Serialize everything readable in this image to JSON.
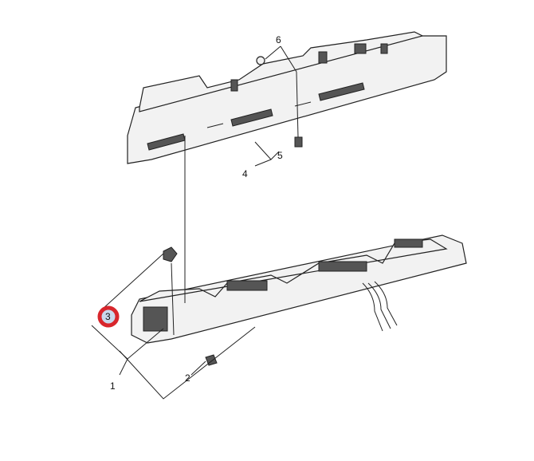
{
  "diagram": {
    "callouts": [
      {
        "number": "1",
        "highlighted": false
      },
      {
        "number": "2",
        "highlighted": false
      },
      {
        "number": "3",
        "highlighted": true
      },
      {
        "number": "4",
        "highlighted": false
      },
      {
        "number": "5",
        "highlighted": false
      },
      {
        "number": "6",
        "highlighted": false
      }
    ],
    "highlight_color": "#d8262c",
    "highlight_fill": "#c9d9ec"
  }
}
